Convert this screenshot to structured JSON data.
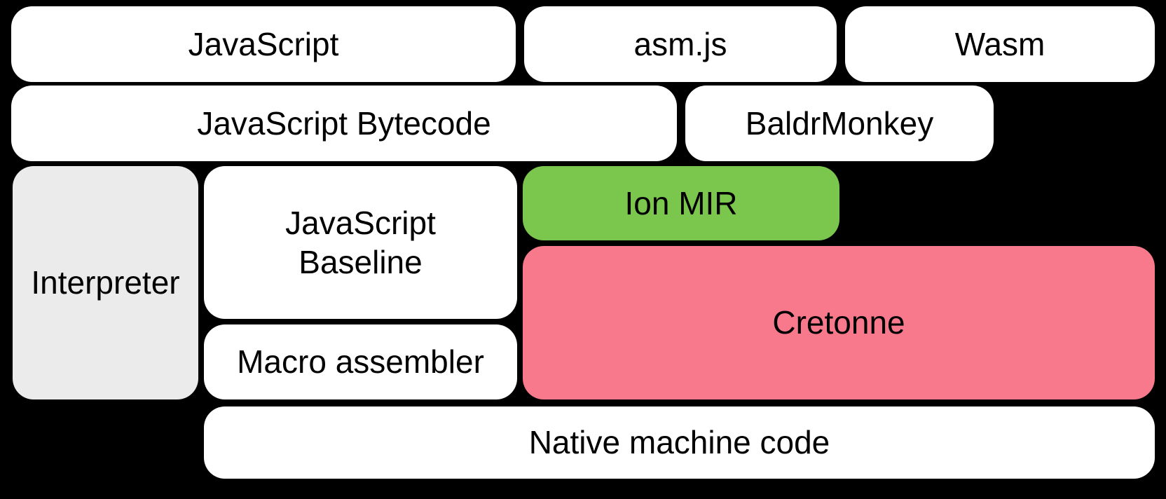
{
  "diagram": {
    "title": "SpiderMonkey compiler pipeline diagram",
    "background": "#000000",
    "text_color": "#000000",
    "colors": {
      "default_box": "#ffffff",
      "interpreter_box": "#ebebeb",
      "ion_mir_box": "#7bc74e",
      "cretonne_box": "#f7798b"
    },
    "nodes": {
      "javascript": {
        "label": "JavaScript"
      },
      "asmjs": {
        "label": "asm.js"
      },
      "wasm": {
        "label": "Wasm"
      },
      "js_bytecode": {
        "label": "JavaScript Bytecode"
      },
      "baldrmonkey": {
        "label": "BaldrMonkey"
      },
      "interpreter": {
        "label": "Interpreter"
      },
      "js_baseline": {
        "label": "JavaScript\nBaseline"
      },
      "ion_mir": {
        "label": "Ion MIR"
      },
      "cretonne": {
        "label": "Cretonne"
      },
      "macro_assembler": {
        "label": "Macro assembler"
      },
      "native_code": {
        "label": "Native machine code"
      }
    }
  }
}
